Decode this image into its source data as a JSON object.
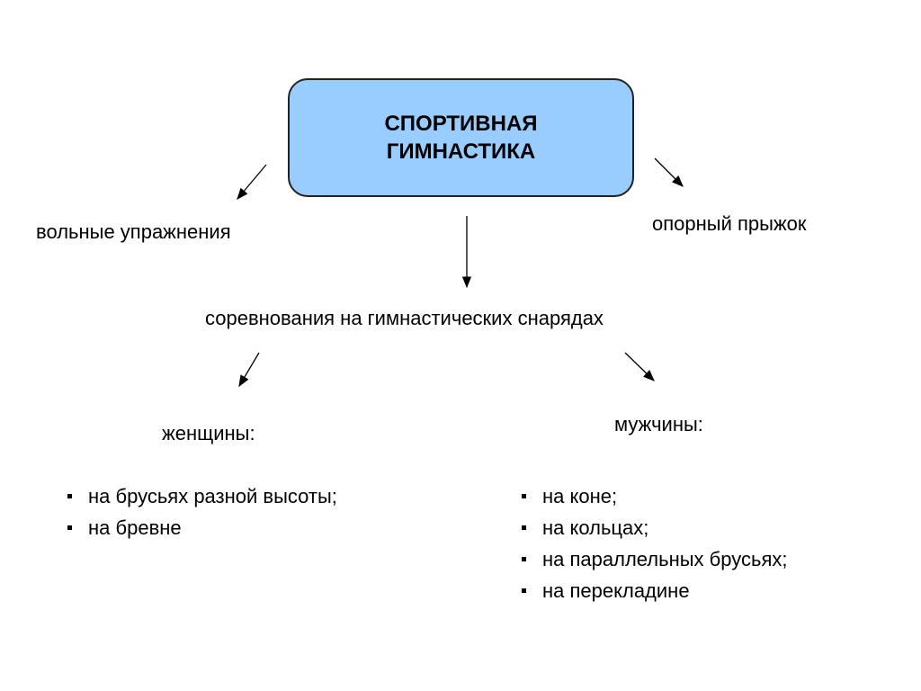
{
  "root": {
    "line1": "СПОРТИВНАЯ",
    "line2": "ГИМНАСТИКА",
    "fill": "#99ccff"
  },
  "branches": {
    "floor": "вольные упражнения",
    "vault": "опорный прыжок",
    "apparatus": "соревнования на гимнастических снарядах"
  },
  "women": {
    "label": "женщины:",
    "items": [
      "на брусьях разной высоты;",
      "на бревне"
    ]
  },
  "men": {
    "label": "мужчины:",
    "items": [
      "на коне;",
      "на кольцах;",
      "на параллельных брусьях;",
      "на перекладине"
    ]
  }
}
